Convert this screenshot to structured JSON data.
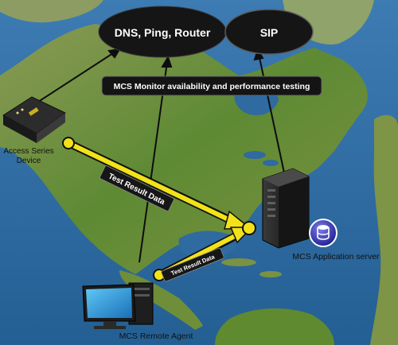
{
  "nodes": {
    "dns": "DNS, Ping, Router",
    "sip": "SIP",
    "monitor": "MCS Monitor availability and performance testing",
    "access_device": [
      "Access Series",
      "Device"
    ],
    "app_server": "MCS Application server",
    "remote_agent": "MCS Remote Agent"
  },
  "flows": {
    "test_result_upper": "Test Result Data",
    "test_result_lower": "Test Result Data"
  },
  "colors": {
    "ocean": "#2f6fa6",
    "land": "#6e8f3c",
    "ellipse": "#1a1a1a",
    "flow_arrow": "#f2e21a",
    "flow_outline": "#111111",
    "text_light": "#ffffff",
    "text_dark": "#111111"
  },
  "icons": [
    "network-device-icon",
    "server-tower-icon",
    "database-icon",
    "desktop-computer-icon"
  ]
}
